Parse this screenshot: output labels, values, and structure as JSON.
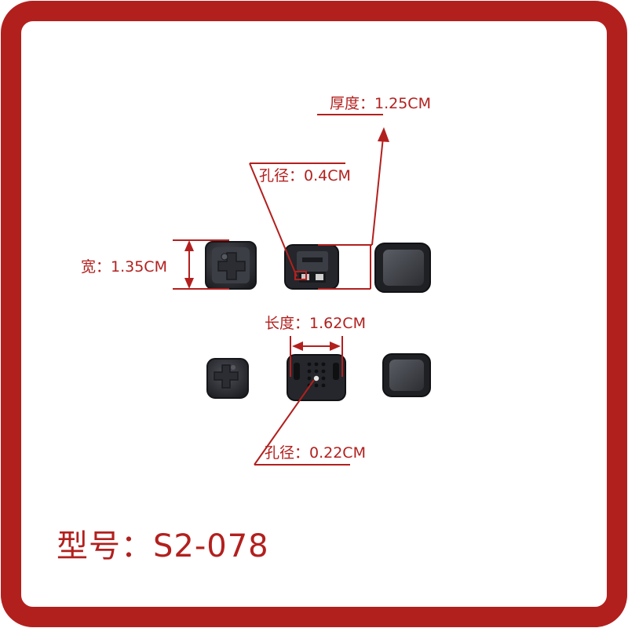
{
  "colors": {
    "frame": "#b2201e",
    "annotation": "#b2201e",
    "part_dark": "#2a2c31",
    "part_edge": "#15161a",
    "part_face": "#4a4d54",
    "background": "#ffffff"
  },
  "labels": {
    "thickness": "厚度：1.25CM",
    "hole_large": "孔径：0.4CM",
    "width": "宽：1.35CM",
    "length": "长度：1.62CM",
    "hole_small": "孔径：0.22CM"
  },
  "model": {
    "text": "型号：S2-078"
  },
  "parts": [
    {
      "name": "cross-cap-front",
      "icon": "cross-button-icon"
    },
    {
      "name": "slotted-base-side",
      "icon": "slotted-clip-icon"
    },
    {
      "name": "square-cap-top",
      "icon": "square-cap-icon"
    },
    {
      "name": "cross-cap-small",
      "icon": "cross-button-icon"
    },
    {
      "name": "perforated-base-top",
      "icon": "perforated-clip-icon"
    },
    {
      "name": "square-cap-small",
      "icon": "square-cap-icon"
    }
  ]
}
